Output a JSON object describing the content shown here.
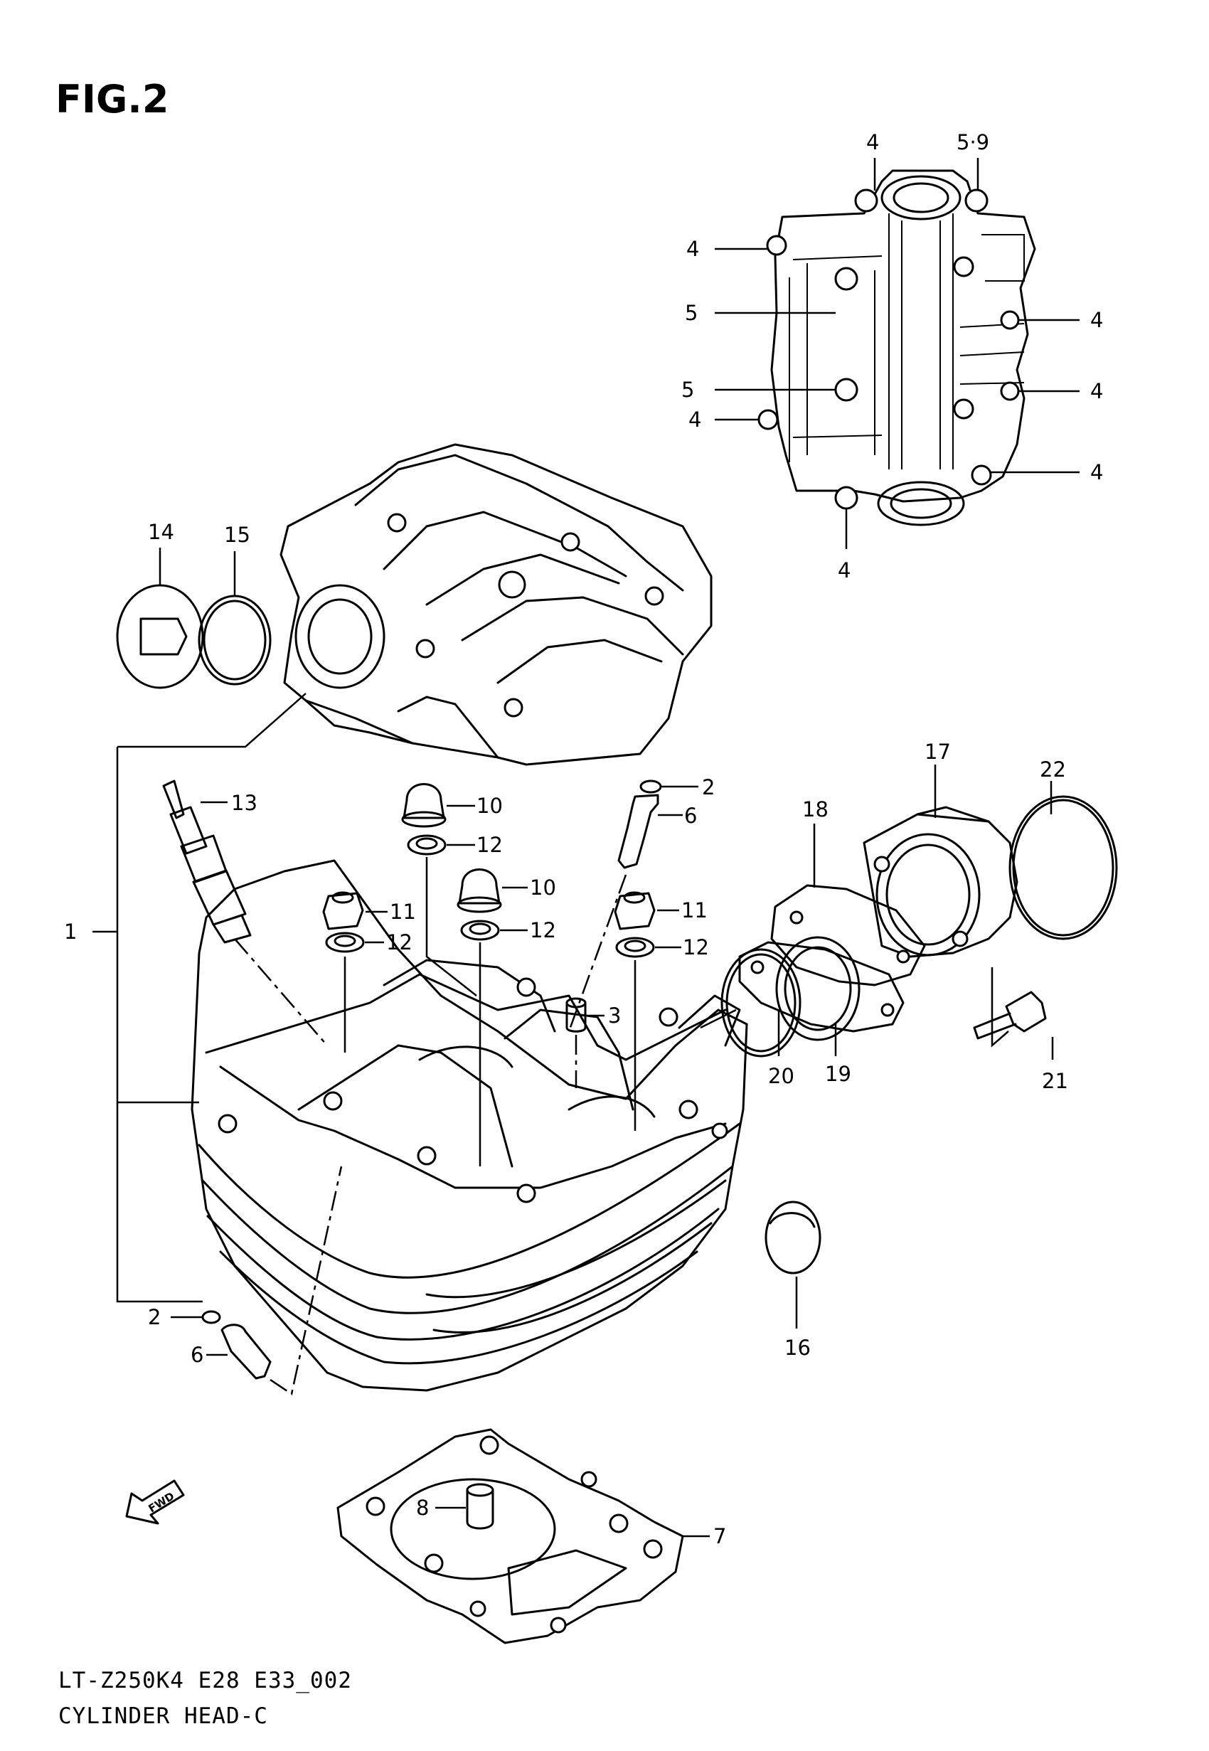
{
  "figure": {
    "title": "FIG.2"
  },
  "footer": {
    "model_code": "LT-Z250K4 E28 E33_002",
    "section_name": "CYLINDER HEAD-C"
  },
  "fwd_arrow": {
    "label": "FWD"
  },
  "callouts": {
    "inset": [
      "4",
      "5·9",
      "4",
      "5",
      "5",
      "4",
      "4",
      "4",
      "4",
      "4"
    ],
    "main": [
      "14",
      "15",
      "13",
      "10",
      "12",
      "10",
      "12",
      "11",
      "12",
      "11",
      "12",
      "2",
      "6",
      "3",
      "1",
      "17",
      "22",
      "18",
      "20",
      "19",
      "21",
      "16",
      "2",
      "6",
      "8",
      "7"
    ]
  }
}
